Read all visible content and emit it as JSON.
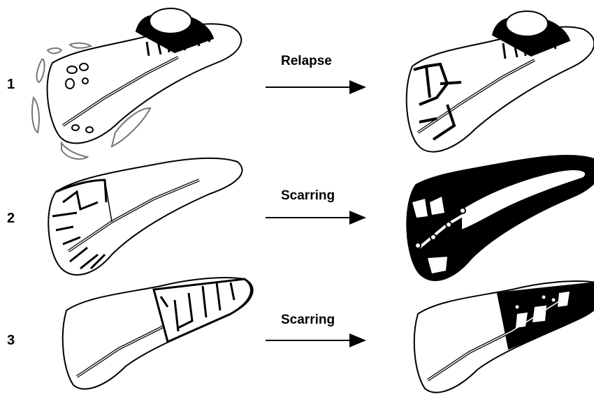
{
  "rows": [
    {
      "number": "1",
      "transition": "Relapse"
    },
    {
      "number": "2",
      "transition": "Scarring"
    },
    {
      "number": "3",
      "transition": "Scarring"
    }
  ],
  "colors": {
    "ink": "#000000",
    "paper": "#ffffff"
  }
}
